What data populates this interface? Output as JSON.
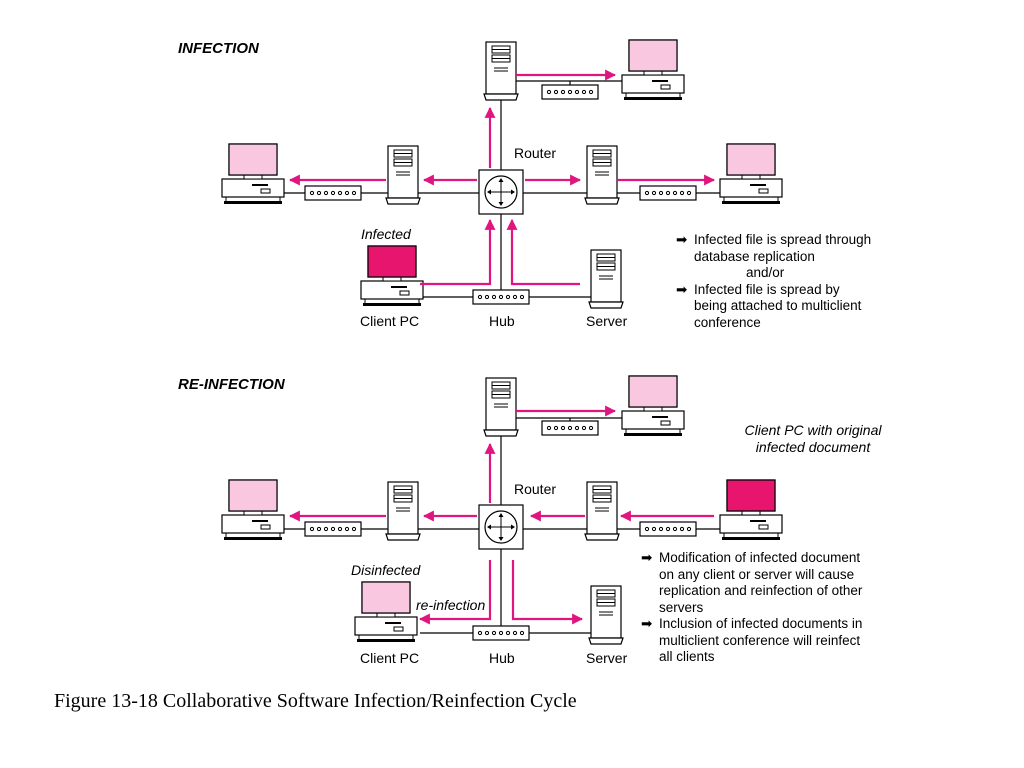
{
  "infection": {
    "title": "INFECTION",
    "router_label": "Router",
    "infected_label": "Infected",
    "client_label": "Client PC",
    "hub_label": "Hub",
    "server_label": "Server",
    "notes": {
      "bullet1_line1": "Infected file is spread through",
      "bullet1_line2": "database replication",
      "andor": "and/or",
      "bullet2_line1": "Infected file is spread by",
      "bullet2_line2": "being attached to multiclient",
      "bullet2_line3": "conference"
    }
  },
  "reinfection": {
    "title": "RE-INFECTION",
    "router_label": "Router",
    "disinfected_label": "Disinfected",
    "reinfection_label": "re-infection",
    "client_label": "Client PC",
    "hub_label": "Hub",
    "server_label": "Server",
    "callout": "Client PC with original infected document",
    "notes": {
      "bullet1_line1": "Modification of infected document",
      "bullet1_line2": "on any client or server will cause",
      "bullet1_line3": "replication and reinfection of other",
      "bullet1_line4": "servers",
      "bullet2_line1": "Inclusion of infected documents in",
      "bullet2_line2": "multiclient conference will reinfect",
      "bullet2_line3": "all clients"
    }
  },
  "caption": "Figure 13-18  Collaborative Software Infection/Reinfection Cycle",
  "colors": {
    "arrow": "#e0157f",
    "screen_clean": "#f9c8e0",
    "screen_infected": "#e8156f"
  }
}
